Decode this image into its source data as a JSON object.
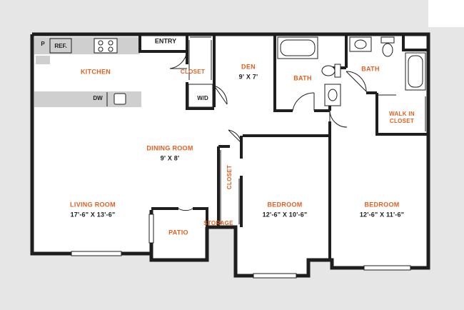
{
  "colors": {
    "wall": "#1e1e1e",
    "label": "#e2601f",
    "backdrop": "#e6e6e6",
    "counter": "#cfcfcf",
    "floor": "#ffffff"
  },
  "fixtures": {
    "pantry": "P",
    "refrigerator": "REF.",
    "dishwasher": "DW"
  },
  "rooms": {
    "kitchen": {
      "name": "KITCHEN"
    },
    "entry": {
      "name": "ENTRY"
    },
    "closet_entry": {
      "name": "CLOSET"
    },
    "laundry": {
      "name": "W/D"
    },
    "den": {
      "name": "DEN",
      "dims": "9' X 7'"
    },
    "bath_1": {
      "name": "BATH"
    },
    "bath_2": {
      "name": "BATH"
    },
    "walk_in_closet": {
      "name": "WALK IN CLOSET"
    },
    "dining": {
      "name": "DINING ROOM",
      "dims": "9' X 8'"
    },
    "closet_hall": {
      "name": "CLOSET"
    },
    "living": {
      "name": "LIVING ROOM",
      "dims": "17'-6\" X 13'-6\""
    },
    "patio": {
      "name": "PATIO"
    },
    "storage": {
      "name": "STORAGE"
    },
    "bedroom_1": {
      "name": "BEDROOM",
      "dims": "12'-6\" X 10'-6\""
    },
    "bedroom_2": {
      "name": "BEDROOM",
      "dims": "12'-6\" X 11'-6\""
    }
  }
}
